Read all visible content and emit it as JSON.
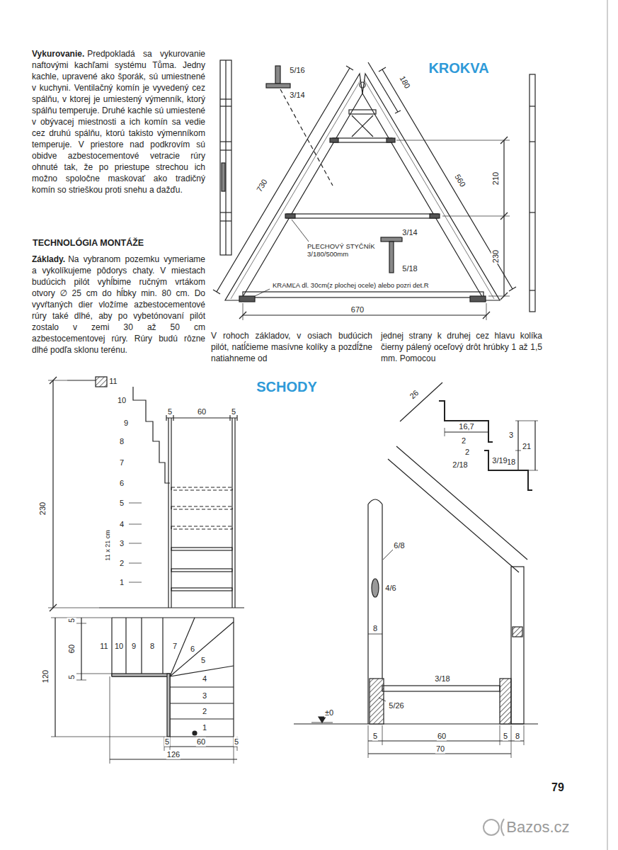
{
  "diagram": {
    "labels": [
      "Vykurovanie.",
      "Predpokladá sa vykurovanie naftovými kachľami systému Tůma. Jedny kachle, upravené ako šporák, sú umiestnené v kuchyni. Ventilačný komín je vyvedený cez spálňu, v ktorej je umiestený výmenník, ktorý spálňu temperuje. Druhé kachle sú umiestené v obývacej miestnosti a ich komín sa vedie cez druhú spálňu, ktorú takisto výmenníkom temperuje. V priestore nad podkrovím sú obidve azbestocementové vetracie rúry ohnuté tak, že po priestupe strechou ich možno spoločne maskovať ako tradičný komín so strieškou proti snehu a dažďu.",
      "TECHNOLÓGIA MONTÁŽE",
      "Základy.",
      "Na vybranom pozemku vymeriame a vykolíkujeme pôdorys chaty. V miestach budúcich pilót vyhĺbime ručným vrtákom otvory ∅ 25 cm do hĺbky min. 80 cm. Do vyvŕtaných dier vložíme azbestocementové rúry také dlhé, aby po vybetónovaní pilót zostalo v zemi 30 až 50 cm azbestocementovej rúry. Rúry budú rôzne dlhé podľa sklonu terénu.",
      "V rohoch základov, v osiach budúcich pilót, natĺčieme masívne kolíky a pozdĺžne natiahneme od",
      "jednej strany k druhej cez hlavu kolíka čierny pálený oceľový drôt hrúbky 1 až 1,5 mm. Pomocou",
      "KROKVA",
      "5/16",
      "3/14",
      "180",
      "730",
      "560",
      "210",
      "230",
      "PLECHOVÝ STYČNÍK 3/180/500mm",
      "3/14",
      "5/18",
      "KRAMĽA dl. 30cm(z plochej ocele) alebo pozri det.R",
      "670",
      "SCHODY",
      "11",
      "10",
      "9",
      "8",
      "7",
      "6",
      "5",
      "4",
      "3",
      "2",
      "1",
      "230",
      "11 x 21 cm",
      "5",
      "60",
      "5",
      "5",
      "60",
      "5",
      "120",
      "11",
      "10",
      "9",
      "8",
      "7",
      "6",
      "5",
      "4",
      "3",
      "2",
      "1",
      "5",
      "60",
      "5",
      "126",
      "26",
      "16,7",
      "3",
      "18",
      "21",
      "2",
      "2",
      "2/18",
      "3/19",
      "6/8",
      "4/6",
      "8",
      "3/18",
      "5/26",
      "±0",
      "5",
      "60",
      "5",
      "8",
      "70",
      "79",
      "Bazos.cz"
    ]
  }
}
